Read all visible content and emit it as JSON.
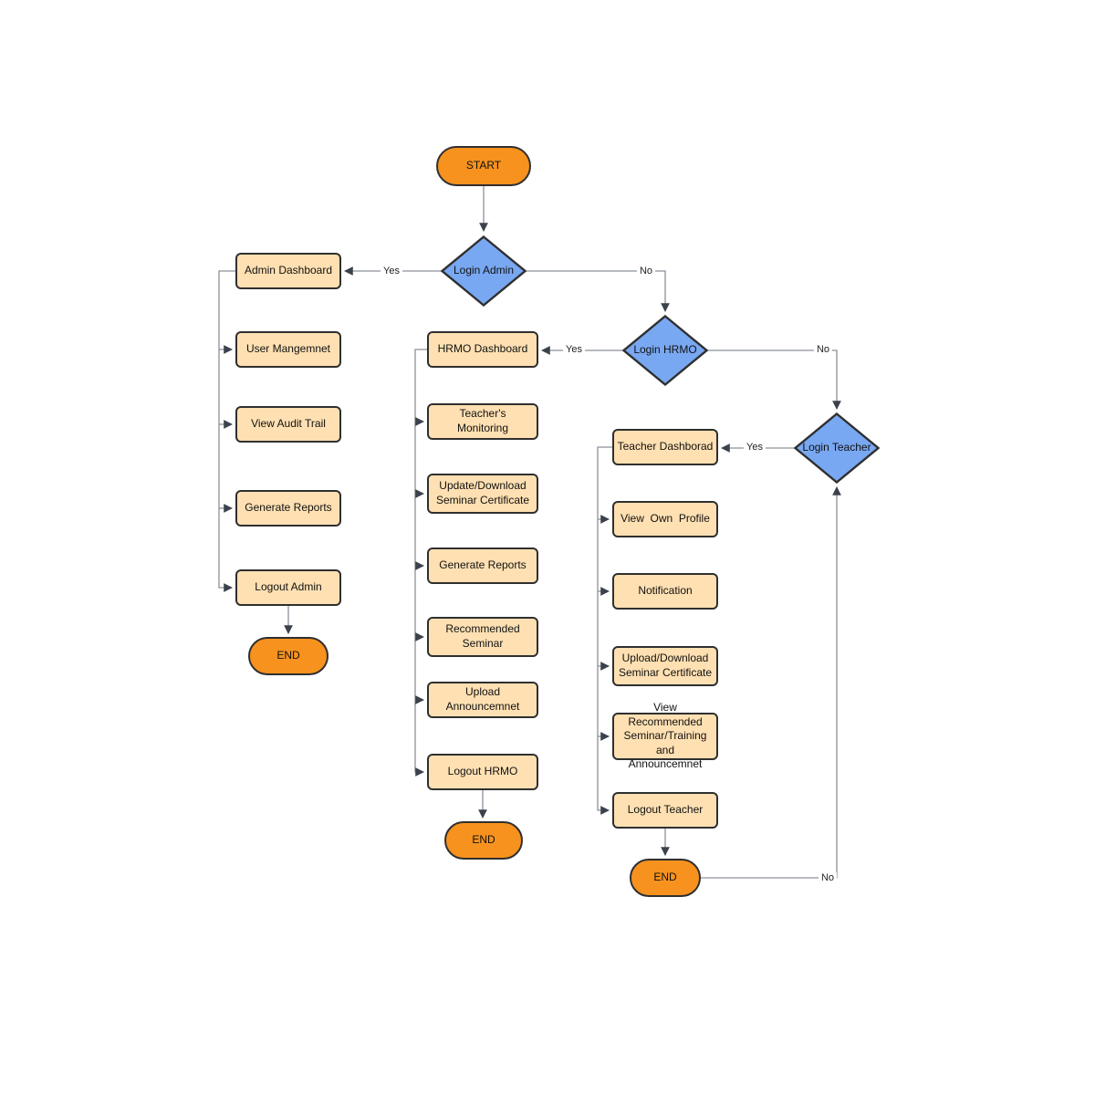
{
  "diagram": {
    "type": "flowchart",
    "colors": {
      "terminal_fill": "#F7921E",
      "process_fill": "#FFE0B2",
      "decision_fill": "#79A8F2",
      "shape_border": "#2F2F2F",
      "connector": "#8C9099",
      "arrowhead": "#3C424C"
    },
    "nodes": {
      "start": "START",
      "login_admin": "Login Admin",
      "admin_dashboard": "Admin Dashboard",
      "user_management": "User Mangemnet",
      "view_audit_trail": "View Audit Trail",
      "generate_reports_admin": "Generate Reports",
      "logout_admin": "Logout Admin",
      "end_admin": "END",
      "login_hrmo": "Login HRMO",
      "hrmo_dashboard": "HRMO Dashboard",
      "teachers_monitoring": "Teacher's  Monitoring",
      "update_download_certificate_hrmo": "Update/Download\nSeminar Certificate",
      "generate_reports_hrmo": "Generate Reports",
      "recommended_seminar": "Recommended\nSeminar",
      "upload_announcement": "Upload Announcemnet",
      "logout_hrmo": "Logout HRMO",
      "end_hrmo": "END",
      "login_teacher": "Login Teacher",
      "teacher_dashboard": "Teacher Dashborad",
      "view_own_profile": "View  Own  Profile",
      "notification": "Notification",
      "upload_download_certificate_teacher": "Upload/Download\nSeminar Certificate",
      "view_recommended": "View Recommended\nSeminar/Training and\nAnnouncemnet",
      "logout_teacher": "Logout Teacher",
      "end_teacher": "END"
    },
    "edge_labels": {
      "admin_yes": "Yes",
      "admin_no": "No",
      "hrmo_yes": "Yes",
      "hrmo_no": "No",
      "teacher_yes": "Yes",
      "teacher_no": "No"
    }
  }
}
